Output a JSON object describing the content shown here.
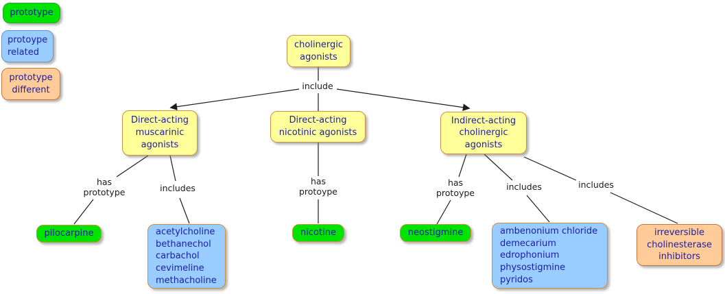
{
  "title": "cholinergic agonists concept map",
  "legend": {
    "prototype": {
      "text": "prototype"
    },
    "related": {
      "text": "protoype\nrelated"
    },
    "different": {
      "text": "prototype\ndifferent"
    }
  },
  "nodes": {
    "root": {
      "text": "cholinergic\nagonists"
    },
    "muscarinic": {
      "text": "Direct-acting\nmuscarinic\nagonists"
    },
    "nicotinic": {
      "text": "Direct-acting\nnicotinic agonists"
    },
    "indirect": {
      "text": "Indirect-acting\ncholinergic\nagonists"
    },
    "pilocarpine": {
      "text": "pilocarpine"
    },
    "muscarinic_drugs": {
      "text": "acetylcholine\nbethanechol\ncarbachol\ncevimeline\nmethacholine"
    },
    "nicotine": {
      "text": "nicotine"
    },
    "neostigmine": {
      "text": "neostigmine"
    },
    "indirect_drugs": {
      "text": "ambenonium chloride\ndemecarium\nedrophonium\nphysostigmine\npyridos"
    },
    "irreversible": {
      "text": "irreversible\ncholinesterase\ninhibitors"
    }
  },
  "links": {
    "include": "include",
    "has_prototype_left": "has\nprototype",
    "includes_left": "includes",
    "has_protoype_mid": "has\nprotoype",
    "has_protoype_right": "has\nprotoype",
    "includes_mid": "includes",
    "includes_right": "includes"
  },
  "colors": {
    "bg": "#ffffff",
    "yellow": "#ffff99",
    "green": "#00e400",
    "blue": "#99ccff",
    "orange": "#ffcc99",
    "border-tan": "#cf8f3e",
    "border-green": "#2ca52c",
    "border-blue": "#7090c0",
    "border-orange": "#c8763b",
    "node-text": "#1c1ca8",
    "label-text": "#1a1a1a",
    "line": "#1c1c1c"
  }
}
